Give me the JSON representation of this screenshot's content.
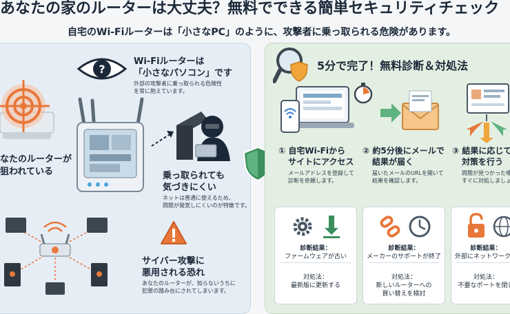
{
  "header": {
    "title": "あなたの家のルーターは大丈夫？無料でできる簡単セキュリティチェック",
    "subtitle": "自宅のWi-Fiルーターは「小さなPC」のように、攻撃者に乗っ取られる危険があります。"
  },
  "left": {
    "target_label_1": "なたのルーターが",
    "target_label_2": "狙われている",
    "router_pc_title_1": "Wi-Fiルーターは",
    "router_pc_title_2": "「小さなパソコン」です",
    "router_pc_desc_1": "外部の攻撃者に乗っ取られる危険性",
    "router_pc_desc_2": "を常に抱えています。",
    "hijack_title_1": "乗っ取られても",
    "hijack_title_2": "気づきにくい",
    "hijack_desc_1": "ネットは普通に使えるため、",
    "hijack_desc_2": "問題が発覚しにくいのが特徴です。",
    "attack_title_1": "サイバー攻撃に",
    "attack_title_2": "悪用される恐れ",
    "attack_desc_1": "あなたのルーターが、知らないうちに",
    "attack_desc_2": "犯罪の踏み台にされてしまいます。"
  },
  "right": {
    "heading": "5分で完了！無料診断＆対処法",
    "steps": [
      {
        "title_1": "① 自宅Wi-Fiから",
        "title_2": "サイトにアクセス",
        "desc_1": "メールアドレスを登録して",
        "desc_2": "診断を依頼します。"
      },
      {
        "title_1": "② 約5分後にメールで",
        "title_2": "結果が届く",
        "desc_1": "届いたメールのURLを開いて",
        "desc_2": "結果を確認します。"
      },
      {
        "title_1": "③ 結果に応じて",
        "title_2": "対策を行う",
        "desc_1": "問題が見つかった場",
        "desc_2": "すぐに対処しましょ"
      }
    ],
    "cards": [
      {
        "result_label": "診断結果：",
        "result": "ファームウェアが古い",
        "action_label": "対処法：",
        "action_1": "最新版に更新する",
        "action_2": ""
      },
      {
        "result_label": "診断結果：",
        "result": "メーカーのサポートが終了",
        "action_label": "対処法：",
        "action_1": "新しいルーターへの",
        "action_2": "買い替えを検討"
      },
      {
        "result_label": "診断結果：",
        "result": "外部にネットワークが",
        "action_label": "対処法：",
        "action_1": "不要なポートを閉じ",
        "action_2": ""
      }
    ]
  },
  "colors": {
    "accent_orange": "#e8773a",
    "shield_green": "#3a8f5c",
    "dark_navy": "#1b2838",
    "panel_blue": "#e6edf4",
    "panel_green": "#e4efe3"
  }
}
